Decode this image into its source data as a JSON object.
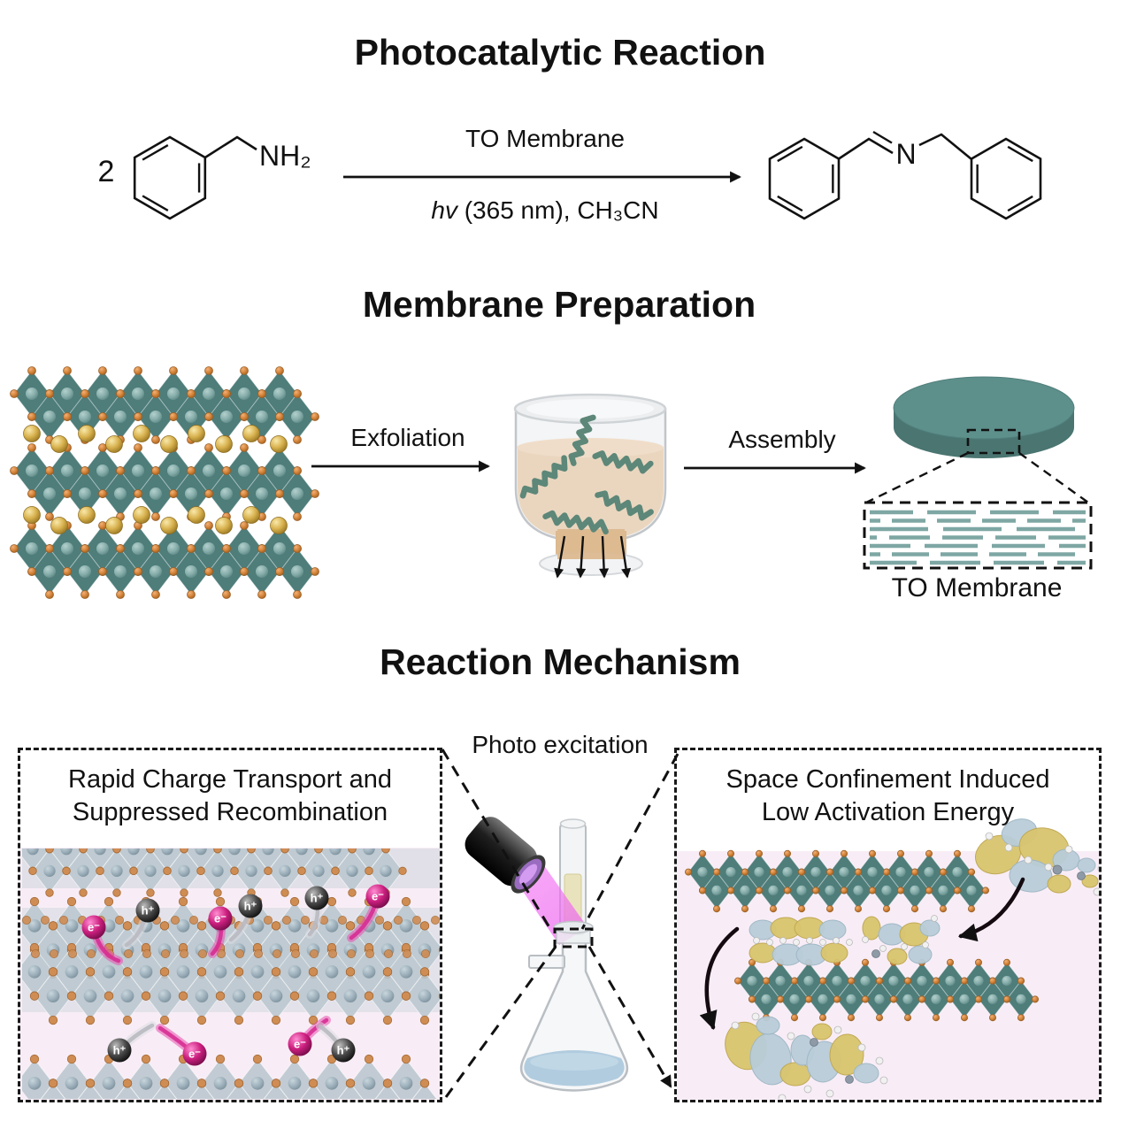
{
  "figure": {
    "reaction": {
      "title": "Photocatalytic Reaction",
      "coefficient": "2",
      "amine_group": "NH₂",
      "catalyst": "TO Membrane",
      "conditions_italic": "hv",
      "conditions_rest": " (365 nm), CH₃CN",
      "imine_nitrogen": "N"
    },
    "preparation": {
      "title": "Membrane Preparation",
      "step1_label": "Exfoliation",
      "step2_label": "Assembly",
      "membrane_label": "TO Membrane"
    },
    "mechanism": {
      "title": "Reaction Mechanism",
      "center_label": "Photo excitation",
      "left_title_line1": "Rapid Charge Transport and",
      "left_title_line2": "Suppressed Recombination",
      "right_title_line1": "Space Confinement Induced",
      "right_title_line2": "Low Activation Energy",
      "electron_label": "e⁻",
      "hole_label": "h⁺"
    },
    "colors": {
      "teal_layer": "#4e7d7a",
      "teal_sheet_dash": "#7ea7a4",
      "orange_atom": "#d5863c",
      "gold_ion": "#d8b14e",
      "membrane_disc_top": "#5d8f8b",
      "membrane_disc_side": "#4a7571",
      "panel_pink": "#f8edf6",
      "electron_pink": "#cc1f7f",
      "hole_grey": "#3a3a3a",
      "uv_beam": "#ee6bf0",
      "suspension_tan": "#e9d3ba",
      "flask_liquid_blue": "#aac7dc"
    }
  }
}
